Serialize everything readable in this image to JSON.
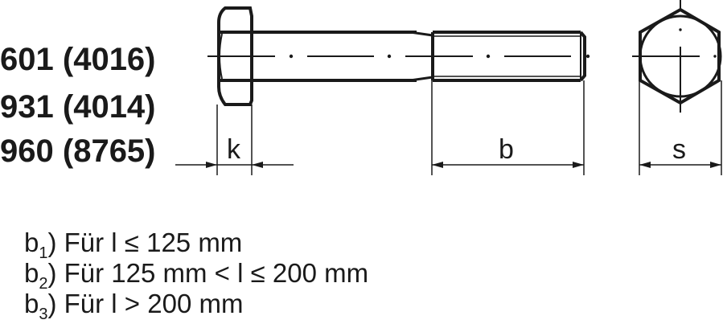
{
  "standards": [
    {
      "din": "601",
      "iso": "(4016)"
    },
    {
      "din": "931",
      "iso": "(4014)"
    },
    {
      "din": "960",
      "iso": "(8765)"
    }
  ],
  "dimensions": {
    "head_height": "k",
    "thread_length": "b",
    "width_across_flats": "s"
  },
  "notes": [
    {
      "symbol": "b",
      "index": "1",
      "text": ") Für l ≤ 125 mm"
    },
    {
      "symbol": "b",
      "index": "2",
      "text": ") Für 125 mm < l ≤ 200 mm"
    },
    {
      "symbol": "b",
      "index": "3",
      "text": ") Für l > 200 mm"
    }
  ],
  "colors": {
    "line": "#1a1a1a",
    "background": "#ffffff"
  }
}
